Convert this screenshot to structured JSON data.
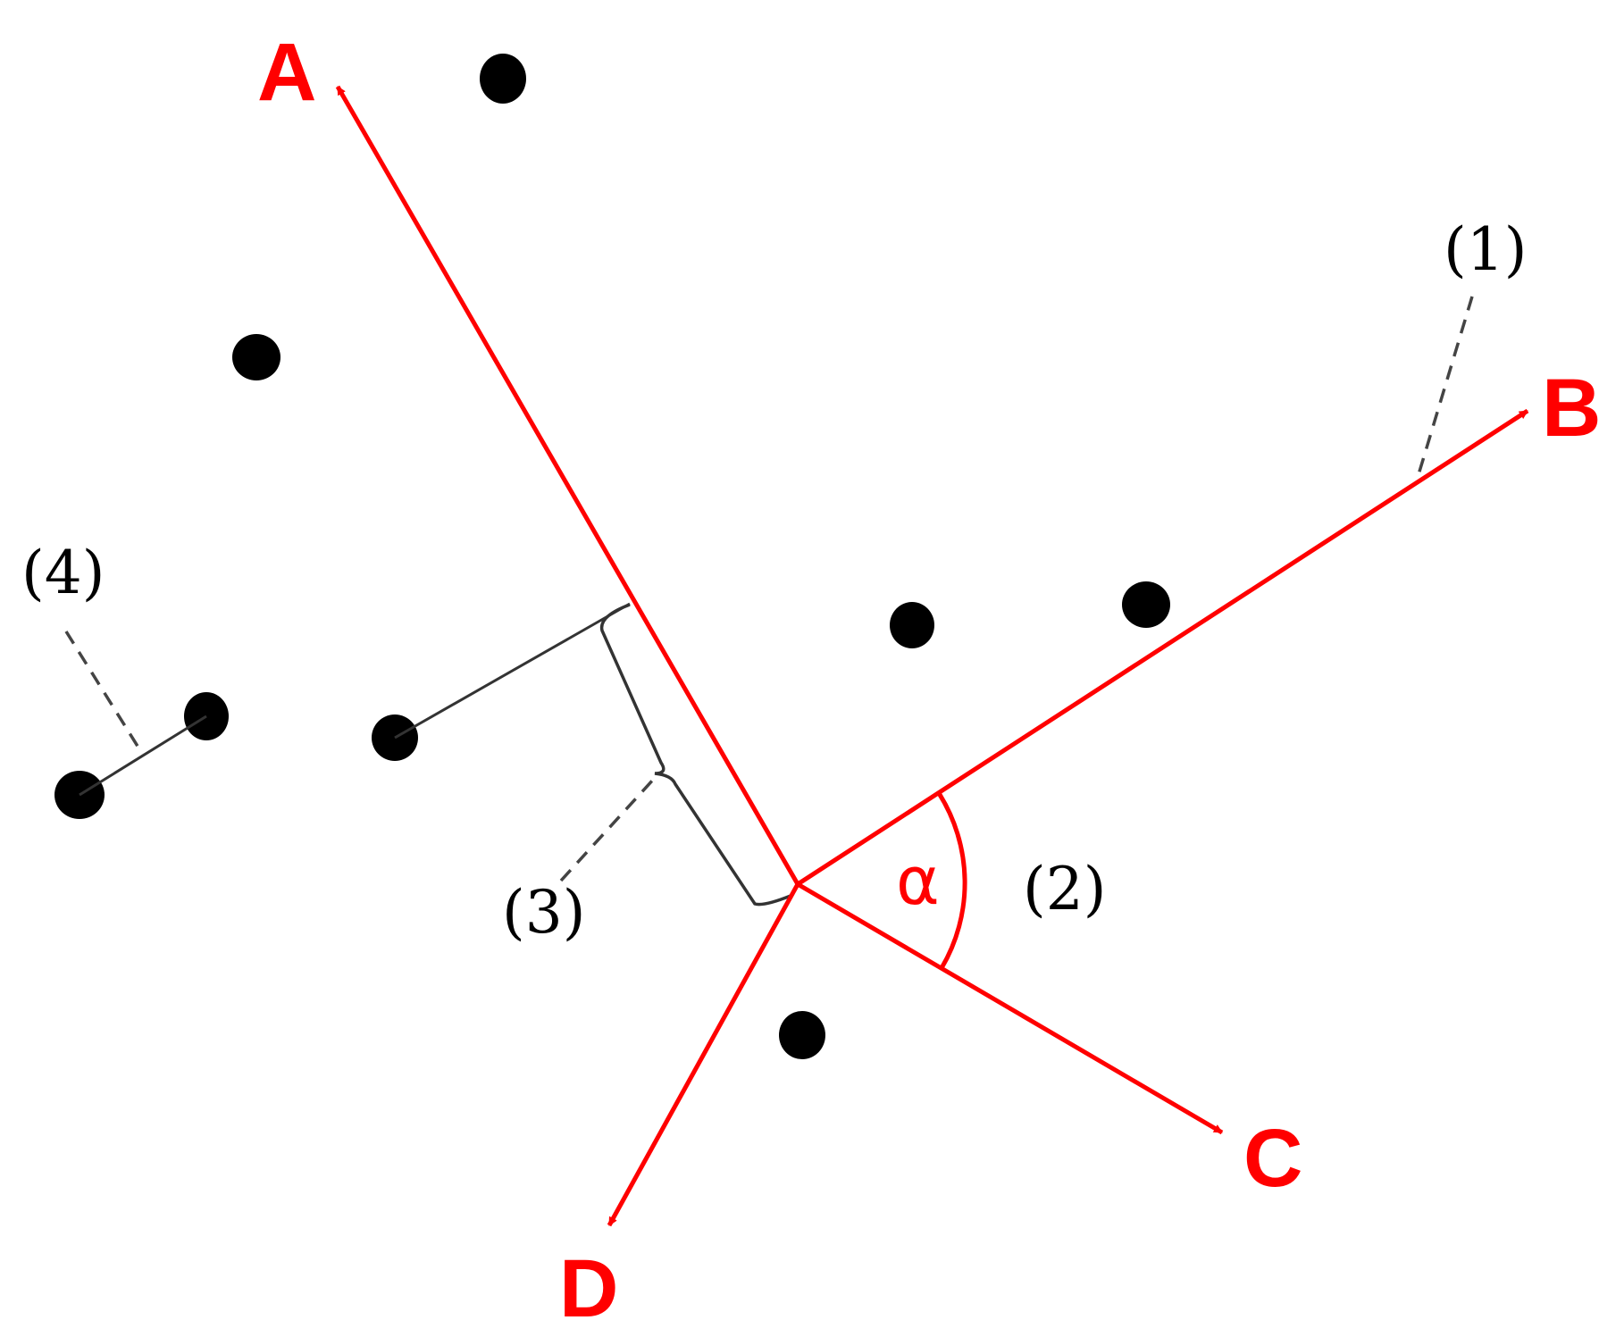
{
  "colors": {
    "vector": "#ff0000",
    "point": "#000000",
    "guide": "#333333",
    "dashed": "#444444",
    "text": "#000000"
  },
  "vectors": {
    "a": {
      "label": "A",
      "icon": "arrow-head"
    },
    "b": {
      "label": "B",
      "icon": "arrow-head"
    },
    "c": {
      "label": "C",
      "icon": "arrow-head"
    },
    "d": {
      "label": "D",
      "icon": "arrow-head"
    }
  },
  "angle": {
    "symbol": "α"
  },
  "annotations": {
    "n1": "(1)",
    "n2": "(2)",
    "n3": "(3)",
    "n4": "(4)"
  }
}
